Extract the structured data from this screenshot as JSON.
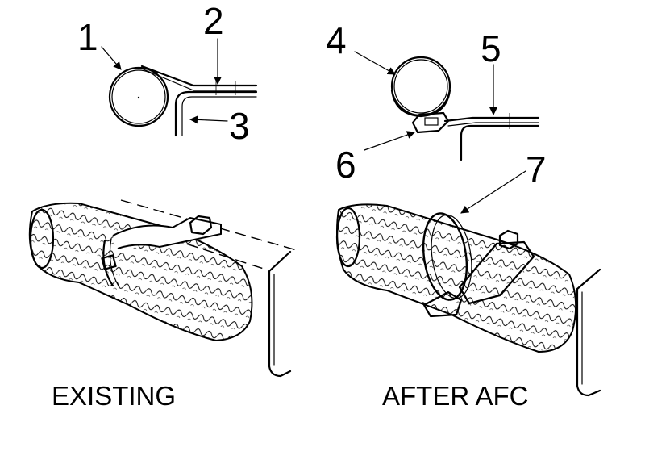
{
  "callouts": [
    {
      "id": "1",
      "label": "1"
    },
    {
      "id": "2",
      "label": "2"
    },
    {
      "id": "3",
      "label": "3"
    },
    {
      "id": "4",
      "label": "4"
    },
    {
      "id": "5",
      "label": "5"
    },
    {
      "id": "6",
      "label": "6"
    },
    {
      "id": "7",
      "label": "7"
    }
  ],
  "captions": {
    "left": "EXISTING",
    "right": "AFTER AFC"
  }
}
